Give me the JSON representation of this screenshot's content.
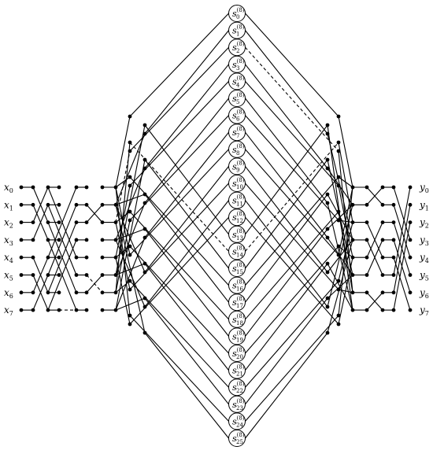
{
  "inputs": [
    {
      "base": "x",
      "sub": "0"
    },
    {
      "base": "x",
      "sub": "1"
    },
    {
      "base": "x",
      "sub": "2"
    },
    {
      "base": "x",
      "sub": "3"
    },
    {
      "base": "x",
      "sub": "4"
    },
    {
      "base": "x",
      "sub": "5"
    },
    {
      "base": "x",
      "sub": "6"
    },
    {
      "base": "x",
      "sub": "7"
    }
  ],
  "outputs": [
    {
      "base": "y",
      "sub": "0"
    },
    {
      "base": "y",
      "sub": "1"
    },
    {
      "base": "y",
      "sub": "2"
    },
    {
      "base": "y",
      "sub": "3"
    },
    {
      "base": "y",
      "sub": "4"
    },
    {
      "base": "y",
      "sub": "5"
    },
    {
      "base": "y",
      "sub": "6"
    },
    {
      "base": "y",
      "sub": "7"
    }
  ],
  "node_base": "s",
  "node_superscript": "(8)",
  "nodes": [
    "0",
    "1",
    "2",
    "3",
    "4",
    "5",
    "6",
    "7",
    "8",
    "9",
    "10",
    "11",
    "12",
    "13",
    "14",
    "15",
    "16",
    "17",
    "18",
    "19",
    "20",
    "21",
    "22",
    "23",
    "24",
    "25"
  ]
}
